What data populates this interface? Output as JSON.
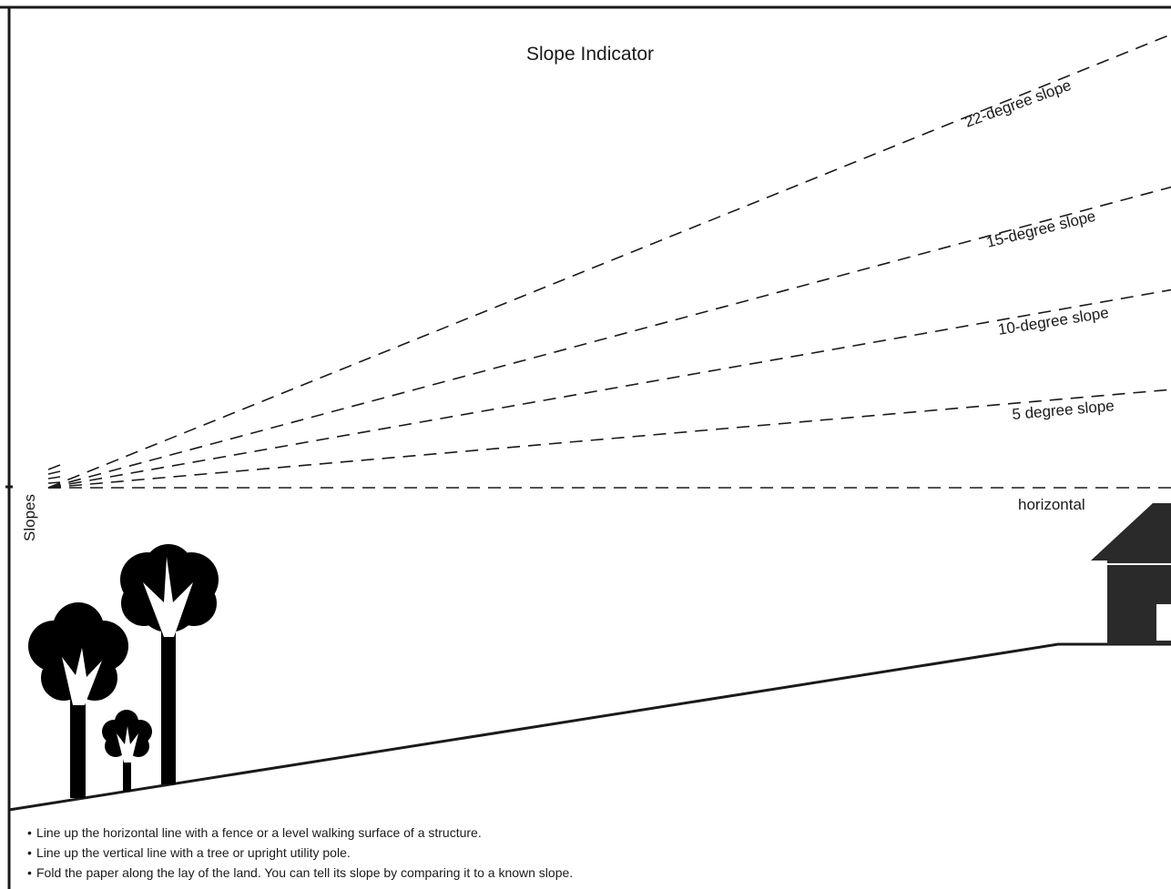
{
  "title": "Slope Indicator",
  "side_label": "Slopes",
  "lines": [
    {
      "label": "horizontal",
      "angle_deg": 0
    },
    {
      "label": "5 degree slope",
      "angle_deg": 5
    },
    {
      "label": "10-degree slope",
      "angle_deg": 10
    },
    {
      "label": "15-degree slope",
      "angle_deg": 15
    },
    {
      "label": "22-degree slope",
      "angle_deg": 22
    }
  ],
  "instructions": [
    "Line up the horizontal line with a fence or a level walking surface of a structure.",
    "Line up the vertical line with a tree or upright utility pole.",
    "Fold the paper along the lay of the land. You can tell its slope by comparing it to a known slope."
  ],
  "colors": {
    "ink": "#1a1a1a",
    "paper": "#ffffff"
  },
  "icons": [
    "tree-icon",
    "house-icon"
  ]
}
